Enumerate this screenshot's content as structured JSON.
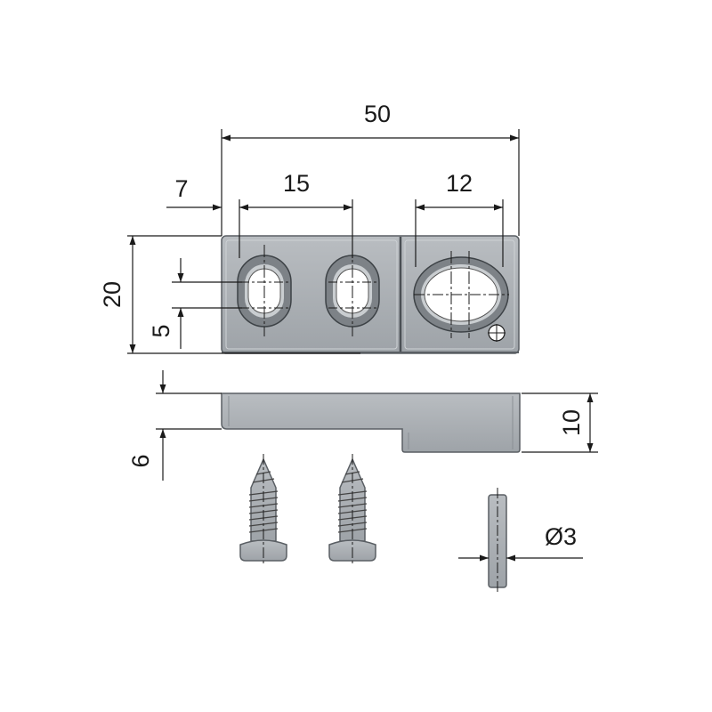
{
  "dimensions": {
    "total_width": "50",
    "edge_offset": "7",
    "slot_spacing": "15",
    "hole_width": "12",
    "height": "20",
    "slot_length": "5",
    "side_thickness": "10",
    "step_height": "6",
    "pin_diameter": "Ø3"
  },
  "colors": {
    "part_fill": "#a9aeb3",
    "part_dark": "#6e7479",
    "line": "#1a1a1a"
  }
}
